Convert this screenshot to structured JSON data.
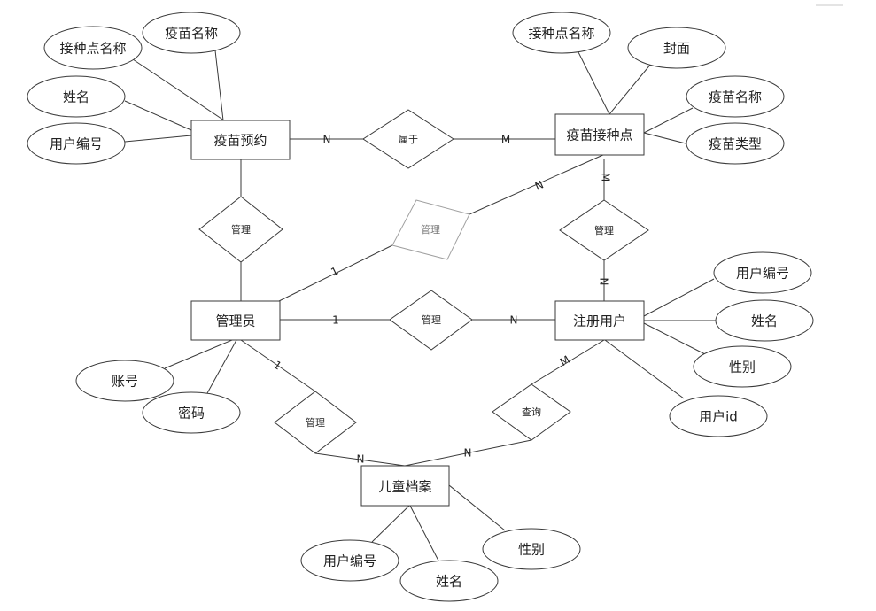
{
  "diagram": {
    "entities": {
      "vaccine_booking": "疫苗预约",
      "vaccination_site": "疫苗接种点",
      "admin": "管理员",
      "registered_user": "注册用户",
      "child_record": "儿童档案"
    },
    "relationships": {
      "belongs_to": "属于",
      "manage_booking": "管理",
      "manage_site": "管理",
      "manage_user_site": "管理",
      "manage_user": "管理",
      "manage_record": "管理",
      "query_record": "查询"
    },
    "attributes": {
      "booking_site_name": "接种点名称",
      "booking_vaccine_name": "疫苗名称",
      "booking_name": "姓名",
      "booking_user_no": "用户编号",
      "site_name": "接种点名称",
      "site_cover": "封面",
      "site_vaccine_name": "疫苗名称",
      "site_vaccine_type": "疫苗类型",
      "user_no": "用户编号",
      "user_name": "姓名",
      "user_gender": "性别",
      "user_id": "用户id",
      "admin_account": "账号",
      "admin_password": "密码",
      "record_user_no": "用户编号",
      "record_name": "姓名",
      "record_gender": "性别"
    },
    "cardinalities": {
      "booking_belongs": "N",
      "site_belongs": "M",
      "site_from_user": "M",
      "user_to_site": "N",
      "admin_to_site": "1",
      "site_from_admin": "N",
      "admin_to_user": "1",
      "user_from_admin": "N",
      "admin_to_record": "1",
      "record_from_admin": "N",
      "user_to_record": "M",
      "record_from_user": "N"
    }
  }
}
